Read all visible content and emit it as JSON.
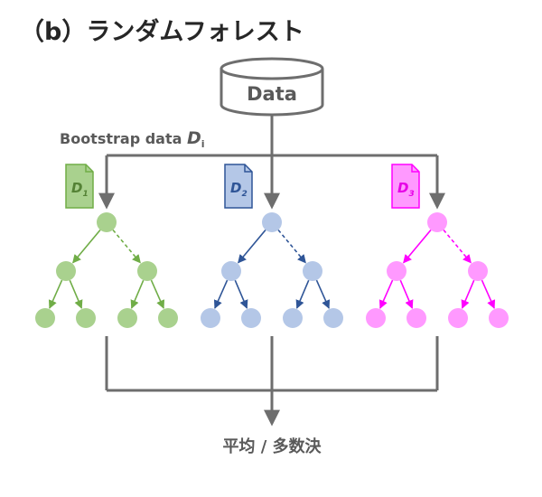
{
  "title": "（b）ランダムフォレスト",
  "database_label": "Data",
  "bootstrap": {
    "text": "Bootstrap data ",
    "var": "D",
    "sub": "i"
  },
  "trees": [
    {
      "var": "D",
      "sub": "1",
      "color": "#70AD47",
      "fill": "#A9D18E",
      "doc_fill": "#A9D18E"
    },
    {
      "var": "D",
      "sub": "2",
      "color": "#2F5597",
      "fill": "#B4C7E7",
      "doc_fill": "#B4C7E7"
    },
    {
      "var": "D",
      "sub": "3",
      "color": "#FF00FF",
      "fill": "#FF99FF",
      "doc_fill": "#FF99FF"
    }
  ],
  "aggregation_label": "平均 / 多数決",
  "line_color": "#6E6E6E"
}
